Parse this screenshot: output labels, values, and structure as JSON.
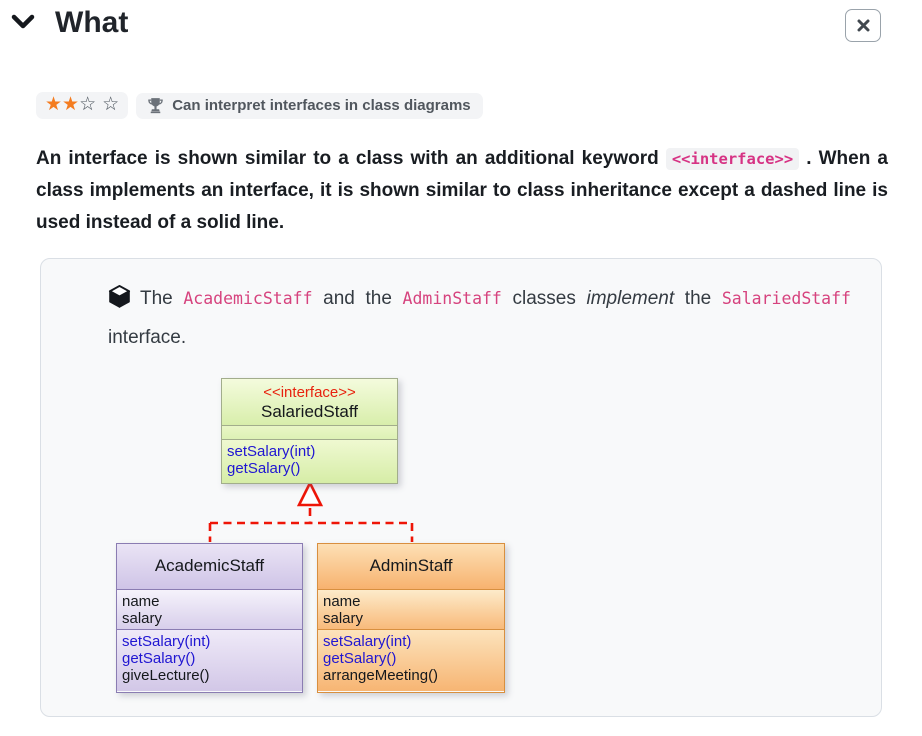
{
  "header": {
    "title": "What"
  },
  "badges": {
    "stars": {
      "s1": "★",
      "s2": "★",
      "s3": "☆",
      "s4": "☆"
    },
    "trophy_label": "Can interpret interfaces in class diagrams"
  },
  "intro": {
    "part1": "An interface is shown similar to a class with an additional keyword ",
    "code": "<<interface>>",
    "part2": " . When a class implements an interface, it is shown similar to class inheritance except a dashed line is used instead of a solid line."
  },
  "example": {
    "t1": "The ",
    "c1": "AcademicStaff",
    "t2": " and the ",
    "c2": "AdminStaff",
    "t3": " classes ",
    "em": "implement",
    "t4": " the ",
    "c3": "SalariedStaff",
    "t5": " interface."
  },
  "diagram": {
    "interface": {
      "stereotype": "<<interface>>",
      "name": "SalariedStaff",
      "method1": "setSalary(int)",
      "method2": "getSalary()"
    },
    "academic": {
      "name": "AcademicStaff",
      "attr1": "name",
      "attr2": "salary",
      "method1": "setSalary(int)",
      "method2": "getSalary()",
      "method3": "giveLecture()"
    },
    "admin": {
      "name": "AdminStaff",
      "attr1": "name",
      "attr2": "salary",
      "method1": "setSalary(int)",
      "method2": "getSalary()",
      "method3": "arrangeMeeting()"
    }
  },
  "colors": {
    "star_orange": "#f47c20",
    "code_pink": "#d63384",
    "uml_connector_red": "#ee1507",
    "uml_method_blue": "#2016d2",
    "interface_green": "#d8eeab",
    "academic_purple": "#cfc4e7",
    "admin_orange": "#f7b26f"
  }
}
